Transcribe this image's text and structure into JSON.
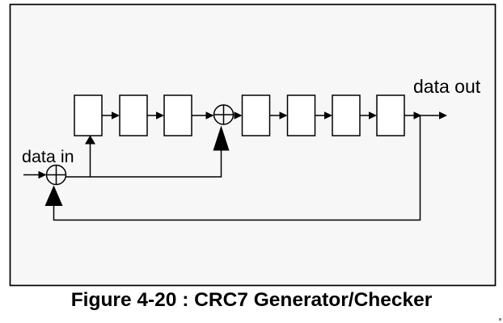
{
  "figure": {
    "caption": "Figure 4-20 : CRC7 Generator/Checker",
    "labels": {
      "data_in": "data in",
      "data_out": "data out"
    },
    "diagram": {
      "type": "shift-register-chain",
      "register_count": 7,
      "xor_gate_count": 2,
      "xor_symbol": "circle-plus",
      "flow": "data in XORed with feedback, through 3 registers, XOR tap, then 4 registers to data out; data out feeds back to both XOR gates"
    },
    "colors": {
      "line": "#000000",
      "frame_fill": "#f7f7f7",
      "register_fill": "#ffffff",
      "text": "#000000",
      "page_bg": "#ffffff"
    }
  }
}
